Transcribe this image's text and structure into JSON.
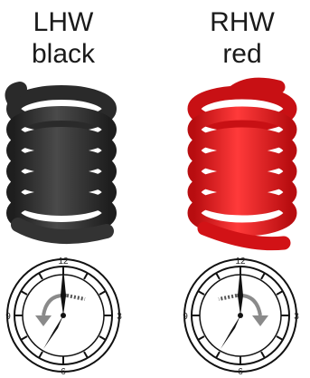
{
  "left": {
    "title": "LHW",
    "color_name": "black",
    "coil_color": "#3c3c3c",
    "clock": {
      "n12": "12",
      "n3": "3",
      "n6": "6",
      "n9": "9",
      "direction": "counter-clockwise"
    }
  },
  "right": {
    "title": "RHW",
    "color_name": "red",
    "coil_color": "#e8161b",
    "clock": {
      "n12": "12",
      "n3": "3",
      "n6": "6",
      "n9": "9",
      "direction": "clockwise"
    }
  }
}
